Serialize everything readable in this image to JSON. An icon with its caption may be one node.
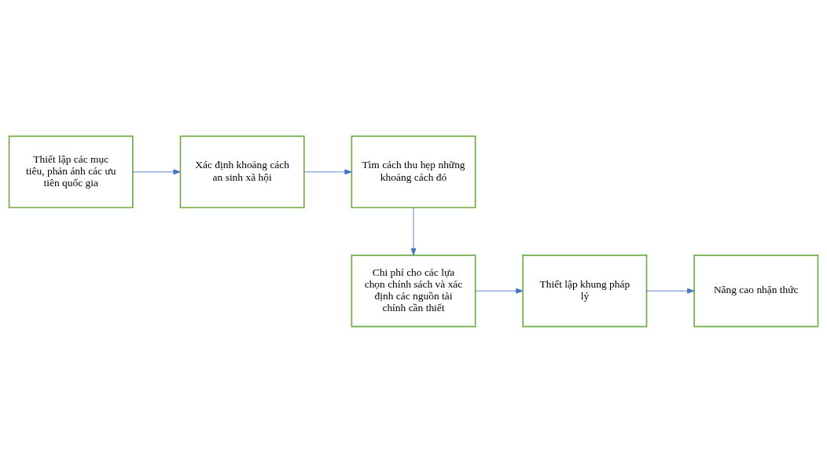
{
  "diagram": {
    "nodes": [
      {
        "text": [
          "Thiết lập các mục tiêu, phản ánh các ưu tiên quốc gia"
        ]
      },
      {
        "text": [
          "Xác định khoảng cách an sinh xã hội"
        ]
      },
      {
        "text": [
          "Tìm cách thu hẹp những khoảng cách đó"
        ]
      },
      {
        "text": [
          "Chi phí cho các lựa chọn chính sách và xác định các nguồn tài chính cần thiết"
        ]
      },
      {
        "text": [
          "Thiết lập khung pháp lý"
        ]
      },
      {
        "text": [
          "Nâng cao nhận thức"
        ]
      }
    ],
    "edges": [
      {
        "from": 0,
        "to": 1,
        "arrow": "to"
      },
      {
        "from": 1,
        "to": 2,
        "arrow": "to"
      },
      {
        "from": 2,
        "to": 3,
        "arrow": "to"
      },
      {
        "from": 3,
        "to": 4,
        "arrow": "to"
      },
      {
        "from": 4,
        "to": 5,
        "arrow": "to"
      }
    ]
  }
}
